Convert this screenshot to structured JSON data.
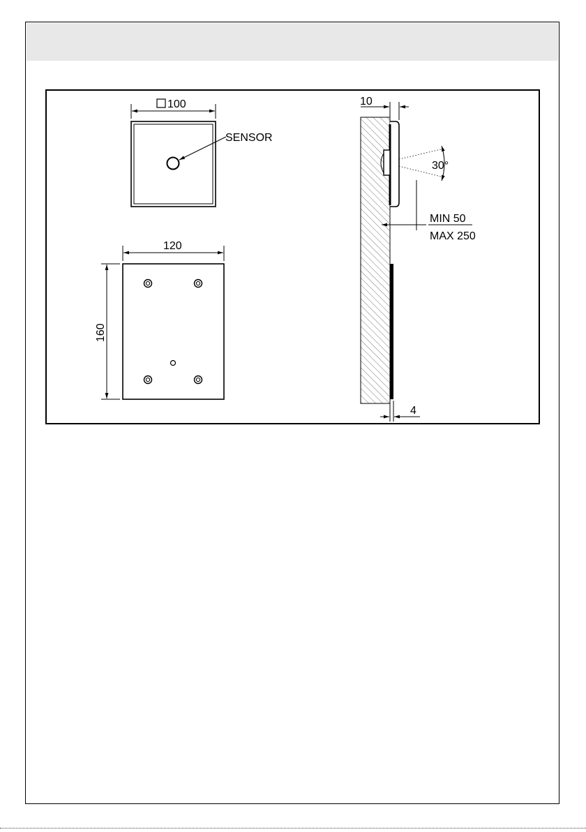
{
  "front_view": {
    "width_label": "100",
    "sensor_label": "SENSOR"
  },
  "back_plate": {
    "width_label": "120",
    "height_label": "160"
  },
  "side_view": {
    "depth_label": "10",
    "angle_label": "30°",
    "min_label": "MIN 50",
    "max_label": "MAX 250",
    "thickness_label": "4"
  },
  "colors": {
    "line": "#000000",
    "header_band": "#e8e8e8",
    "hatch": "#555555"
  }
}
